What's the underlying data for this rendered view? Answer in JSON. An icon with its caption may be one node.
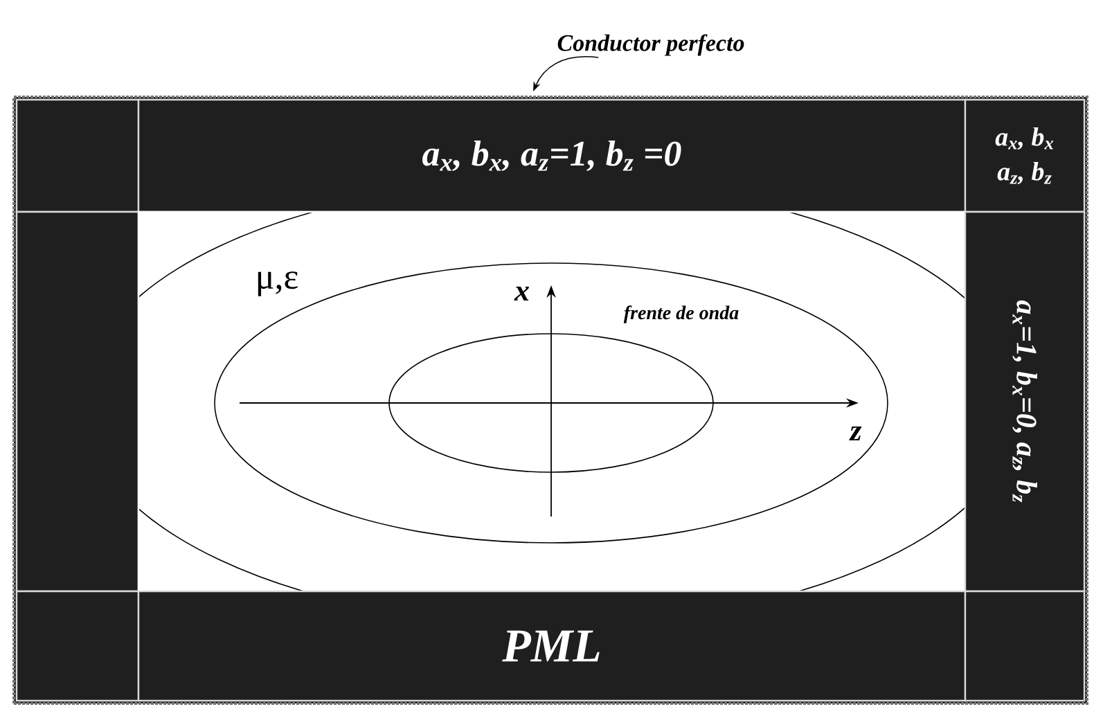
{
  "diagram": {
    "nodes": [
      {
        "text": [
          "Conductor perfecto"
        ]
      },
      {
        "text": [],
        "shape": "box"
      },
      {
        "text": [],
        "shape": "box",
        "in": 1
      },
      {
        "text": [
          "a$_{x}$, b$_{x}$, a$_{z}$=1, b$_{z}$ =0"
        ],
        "in": 1
      },
      {
        "text": [
          "a$_{x}$, b$_{x}$",
          "a$_{z}$, b$_{z}$"
        ],
        "in": 1
      },
      {
        "text": [],
        "shape": "box",
        "in": 1
      },
      {
        "text": [],
        "shape": "box",
        "in": 1
      },
      {
        "text": [
          "a$_{x}$=1, b$_{x}$=0, a$_{z}$, b$_{z}$"
        ],
        "in": 1
      },
      {
        "text": [],
        "shape": "box",
        "in": 1
      },
      {
        "text": [
          "PML"
        ],
        "in": 1
      },
      {
        "text": [],
        "shape": "box",
        "in": 1
      }
    ],
    "edges": [
      {
        "from": 0,
        "to": 1,
        "arrow": "to"
      }
    ],
    "labels": [
      "μ,ε",
      "x",
      "frente de onda",
      "z"
    ]
  }
}
